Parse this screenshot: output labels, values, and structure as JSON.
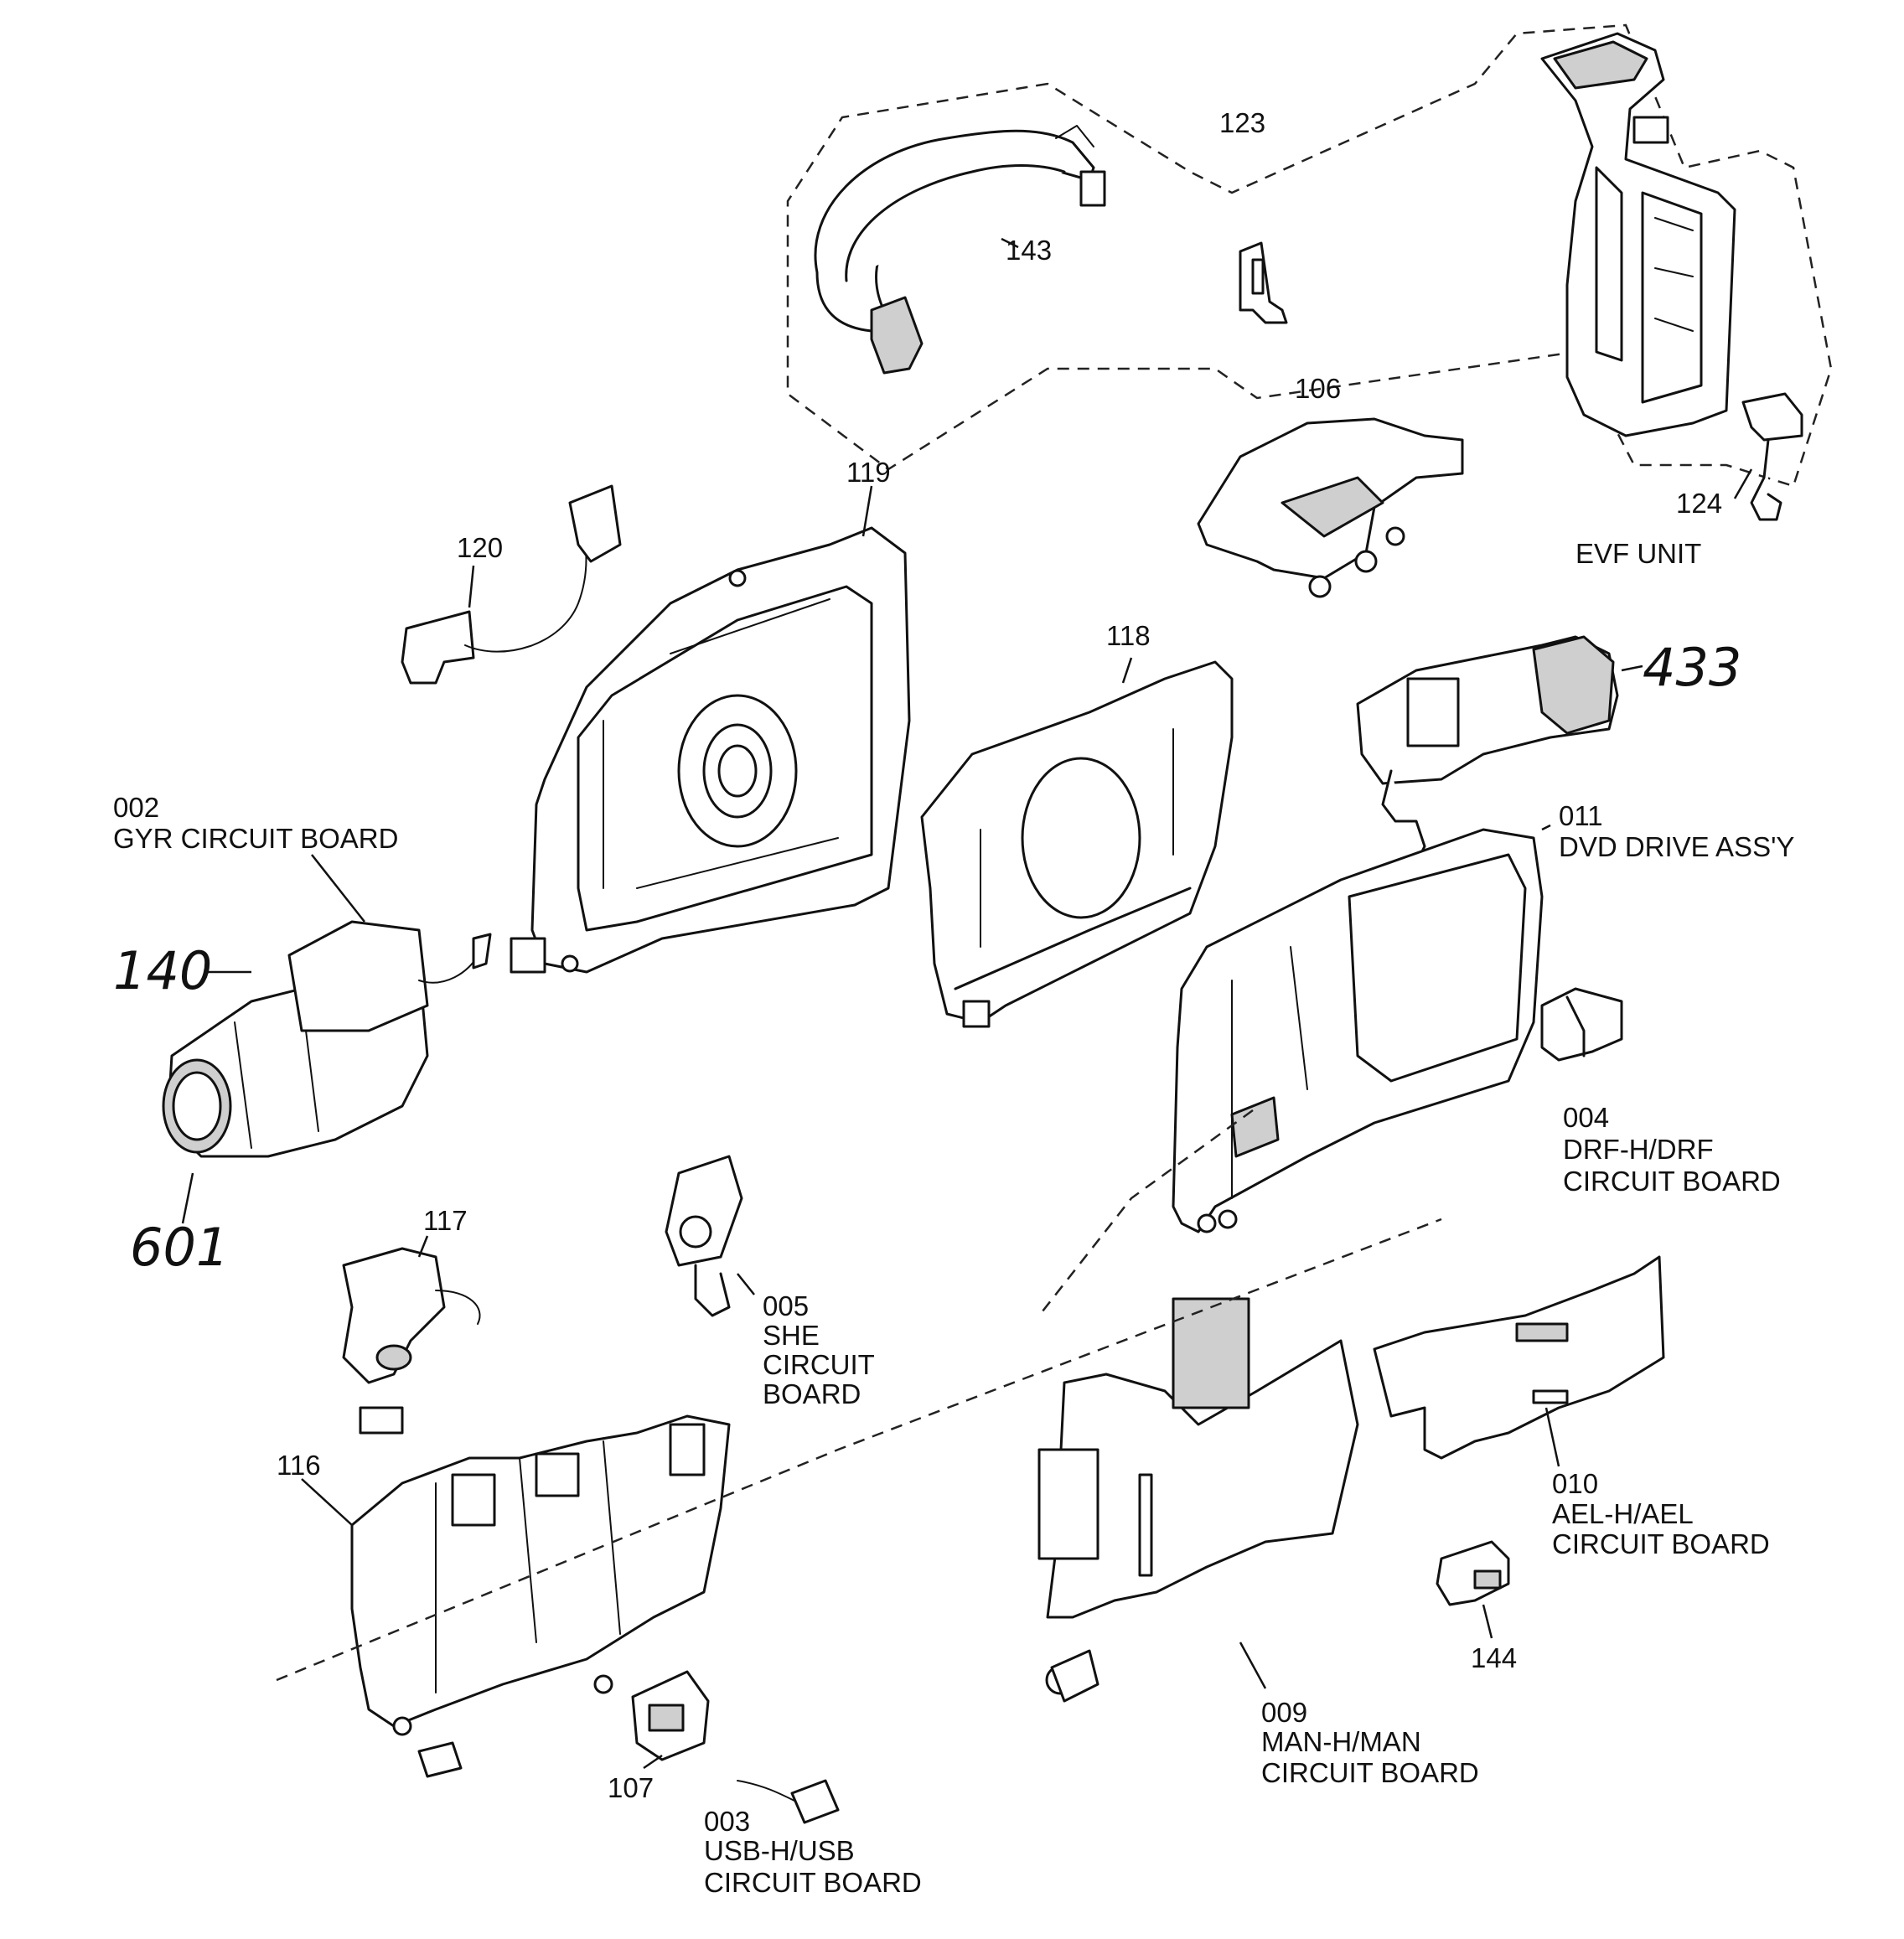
{
  "labels": {
    "p123": "123",
    "p143": "143",
    "p106": "106",
    "p124": "124",
    "p119": "119",
    "p120": "120",
    "p118": "118",
    "evf": "EVF UNIT",
    "p433": "433",
    "p011_num": "011",
    "p011_name": "DVD DRIVE ASS'Y",
    "p002_num": "002",
    "p002_name": "GYR CIRCUIT BOARD",
    "p140": "140",
    "p601": "601",
    "p004_num": "004",
    "p004_l1": "DRF-H/DRF",
    "p004_l2": "CIRCUIT BOARD",
    "p117": "117",
    "p005_num": "005",
    "p005_l1": "SHE",
    "p005_l2": "CIRCUIT",
    "p005_l3": "BOARD",
    "p116": "116",
    "p010_num": "010",
    "p010_l1": "AEL-H/AEL",
    "p010_l2": "CIRCUIT BOARD",
    "p144": "144",
    "p009_num": "009",
    "p009_l1": "MAN-H/MAN",
    "p009_l2": "CIRCUIT BOARD",
    "p107": "107",
    "p003_num": "003",
    "p003_l1": "USB-H/USB",
    "p003_l2": "CIRCUIT BOARD"
  }
}
